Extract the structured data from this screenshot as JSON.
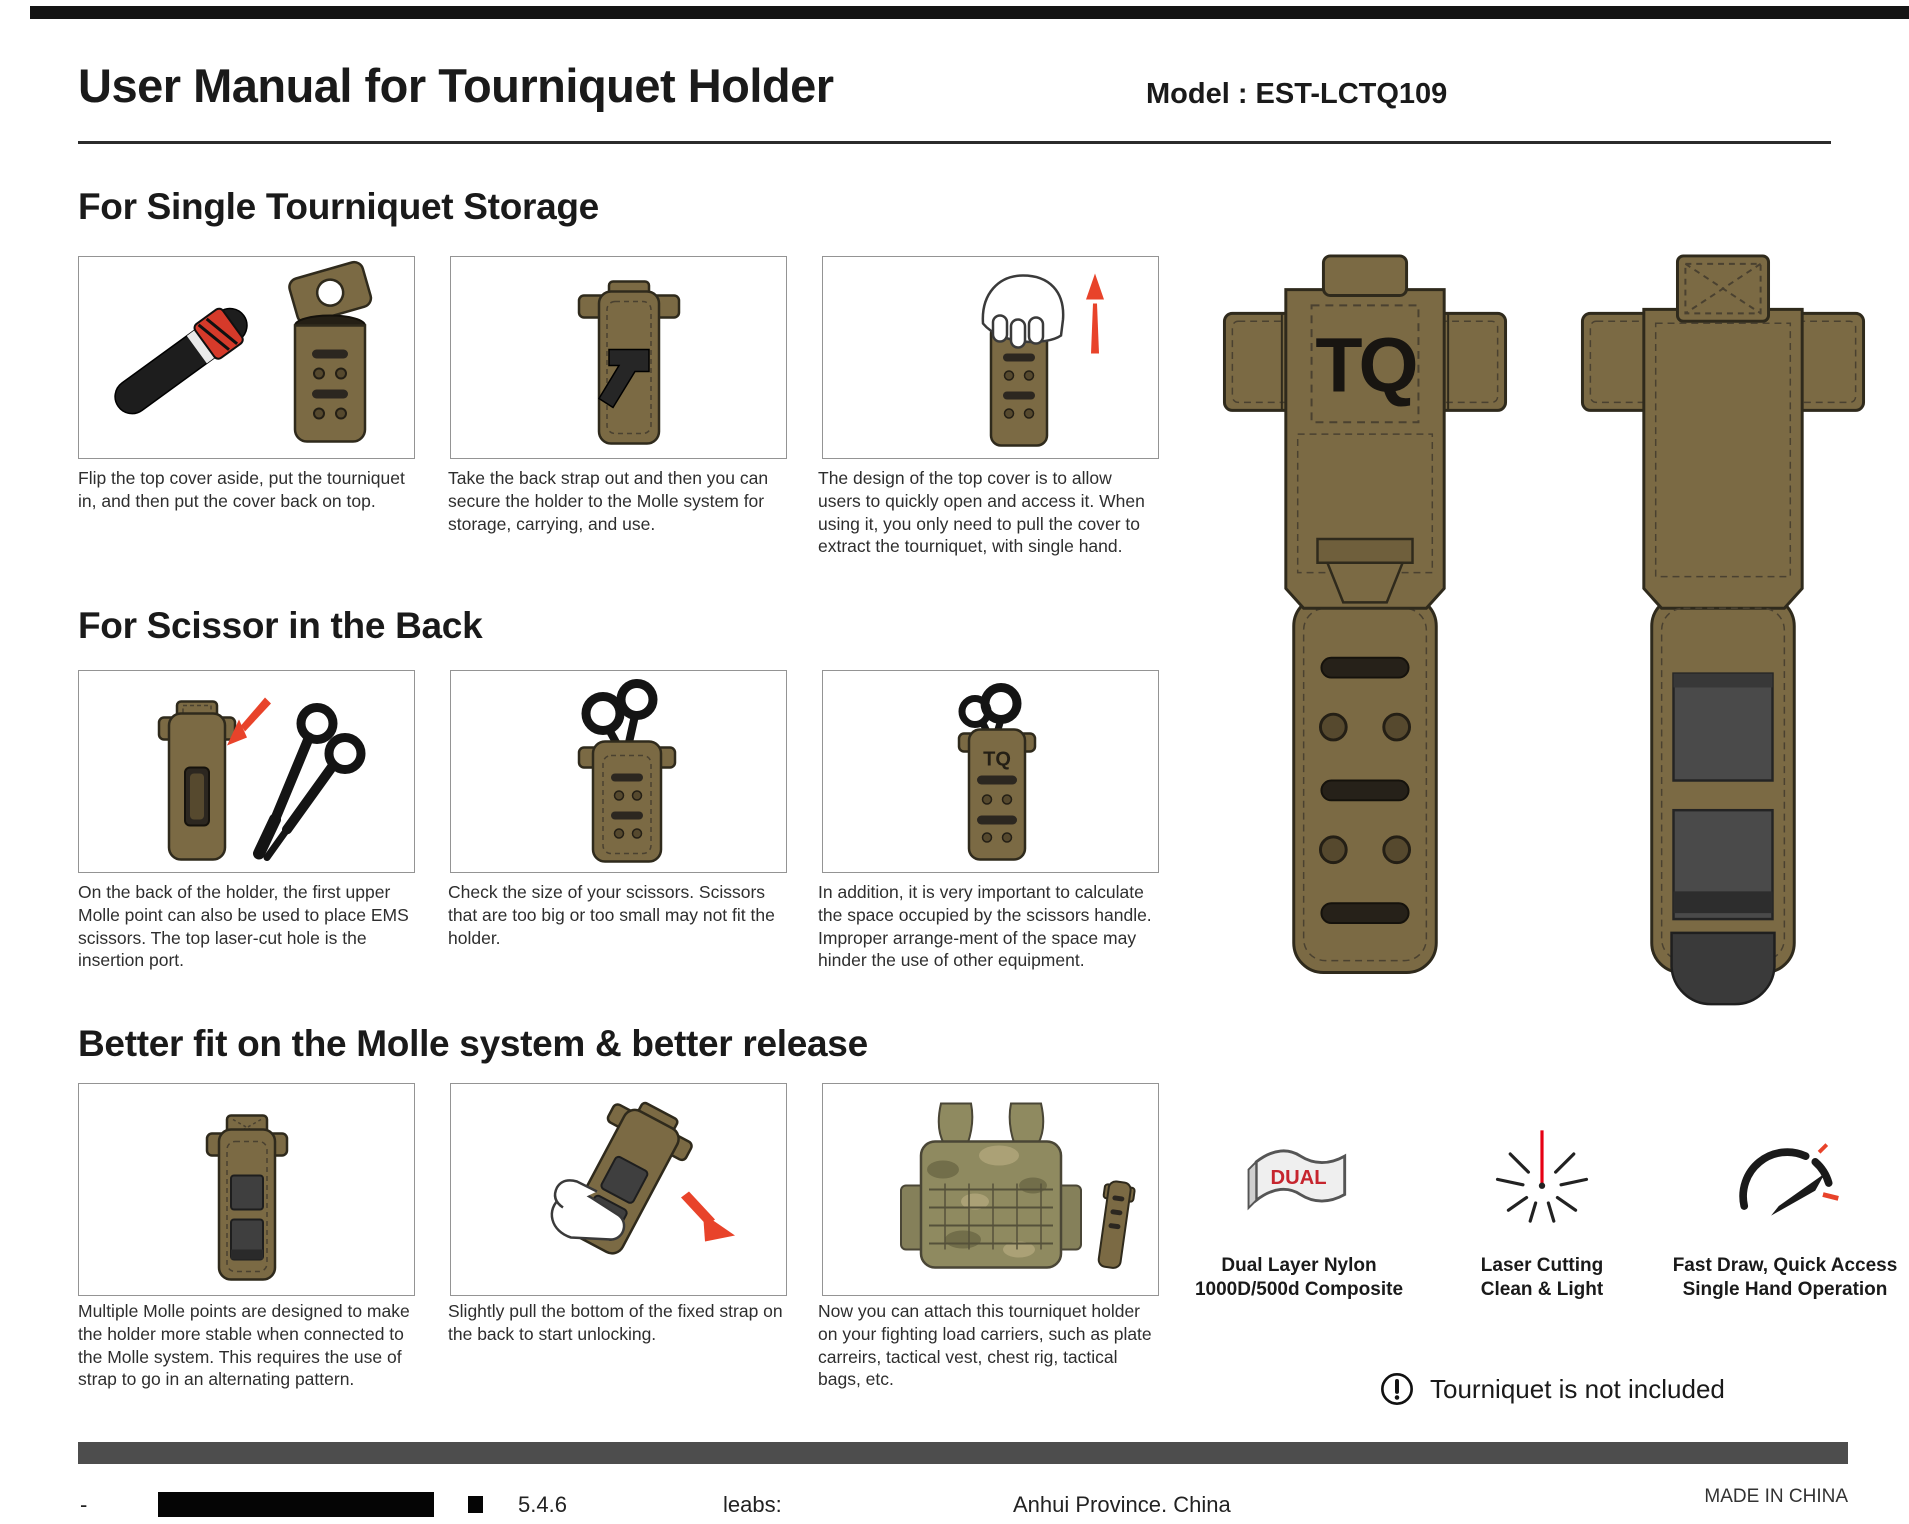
{
  "header": {
    "title": "User Manual for Tourniquet Holder",
    "model": "Model : EST-LCTQ109"
  },
  "sections": [
    {
      "heading": "For Single Tourniquet Storage",
      "steps": [
        {
          "caption": "Flip the top cover aside, put the tourniquet in, and then put the cover back on top."
        },
        {
          "caption": "Take the back strap out and then you can secure the holder to the Molle system for storage, carrying, and use."
        },
        {
          "caption": "The design of the top cover is to allow users to quickly open and access it. When using it, you only need to pull the cover to extract the tourniquet, with single hand."
        }
      ]
    },
    {
      "heading": "For Scissor in the Back",
      "steps": [
        {
          "caption": "On the back of the holder, the first upper Molle point can also be used to place EMS scissors. The top laser-cut hole is the insertion port."
        },
        {
          "caption": "Check the size of your scissors. Scissors that are too big or too small may not fit the holder."
        },
        {
          "caption": "In addition, it is very important to calculate the space occupied by the scissors handle. Improper arrange-ment of the space may hinder the use of other equipment."
        }
      ]
    },
    {
      "heading": "Better fit on the Molle system & better release",
      "steps": [
        {
          "caption": "Multiple Molle points are designed to make the holder more stable when connected to the Molle system. This requires the use of strap to go in an alternating pattern."
        },
        {
          "caption": "Slightly pull the bottom of the fixed strap on the back to start unlocking."
        },
        {
          "caption": "Now you can attach this tourniquet holder on your fighting load carriers, such as plate carreirs, tactical vest, chest rig, tactical bags, etc."
        }
      ]
    }
  ],
  "product": {
    "logo": "TQ"
  },
  "features": [
    {
      "icon": "dual-layer-flag-icon",
      "badge": "DUAL",
      "line1": "Dual Layer Nylon",
      "line2": "1000D/500d Composite"
    },
    {
      "icon": "laser-cutting-icon",
      "line1": "Laser Cutting",
      "line2": "Clean & Light"
    },
    {
      "icon": "speed-gauge-icon",
      "line1": "Fast Draw, Quick Access",
      "line2": "Single Hand Operation"
    }
  ],
  "notice": {
    "icon": "exclamation-circle-icon",
    "text": "Tourniquet is not included"
  },
  "footer": {
    "fragments": [
      "-",
      "5.4.6",
      "leabs:",
      "Anhui Province, China"
    ],
    "made_in": "MADE IN CHINA"
  },
  "colors": {
    "accent_red": "#e8432a",
    "laser_red": "#e60014",
    "dual_red": "#c6252e",
    "coyote_brown": "#7b6a44",
    "top_bar": "#151515",
    "footer_bar": "#4d4d4d"
  }
}
